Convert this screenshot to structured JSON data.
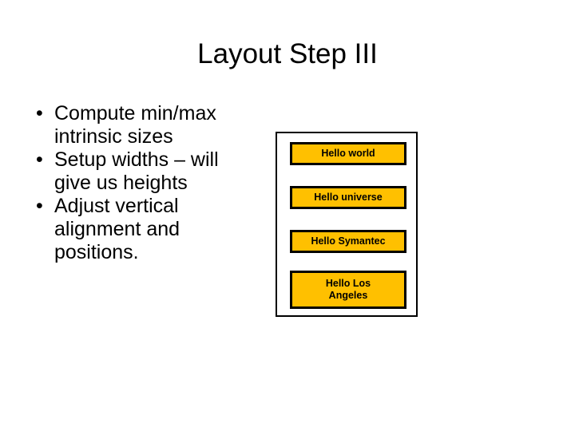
{
  "slide": {
    "title": "Layout Step III",
    "background_color": "#FFFFFF",
    "text_color": "#000000"
  },
  "body": {
    "bullet_marker": "•",
    "bullets": [
      {
        "text": "Compute min/max intrinsic sizes"
      },
      {
        "text": "Setup widths – will give us heights"
      },
      {
        "text": "Adjust vertical alignment and positions."
      }
    ]
  },
  "diagram": {
    "container_border_color": "#000000",
    "box_fill_color": "#FFC000",
    "box_border_color": "#000000",
    "boxes": [
      {
        "label": "Hello world"
      },
      {
        "label": "Hello universe"
      },
      {
        "label": "Hello Symantec"
      },
      {
        "label": "Hello Los\nAngeles"
      }
    ]
  }
}
